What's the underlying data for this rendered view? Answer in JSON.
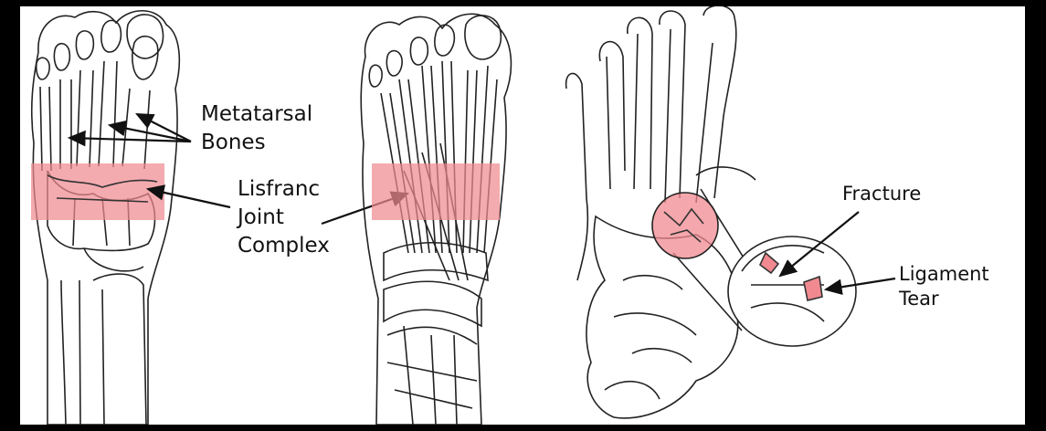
{
  "colors": {
    "background": "#ffffff",
    "frame": "#000000",
    "outline": "#222222",
    "highlight": "#f08a90",
    "highlight_opacity": 0.75
  },
  "labels": {
    "metatarsal_line1": "Metatarsal",
    "metatarsal_line2": "Bones",
    "lisfranc_line1": "Lisfranc",
    "lisfranc_line2": "Joint",
    "lisfranc_line3": "Complex",
    "fracture": "Fracture",
    "ligament_line1": "Ligament",
    "ligament_line2": "Tear"
  },
  "panels": [
    "foot-bones-top-view",
    "foot-ligaments-top-view",
    "foot-injury-oblique-view"
  ]
}
